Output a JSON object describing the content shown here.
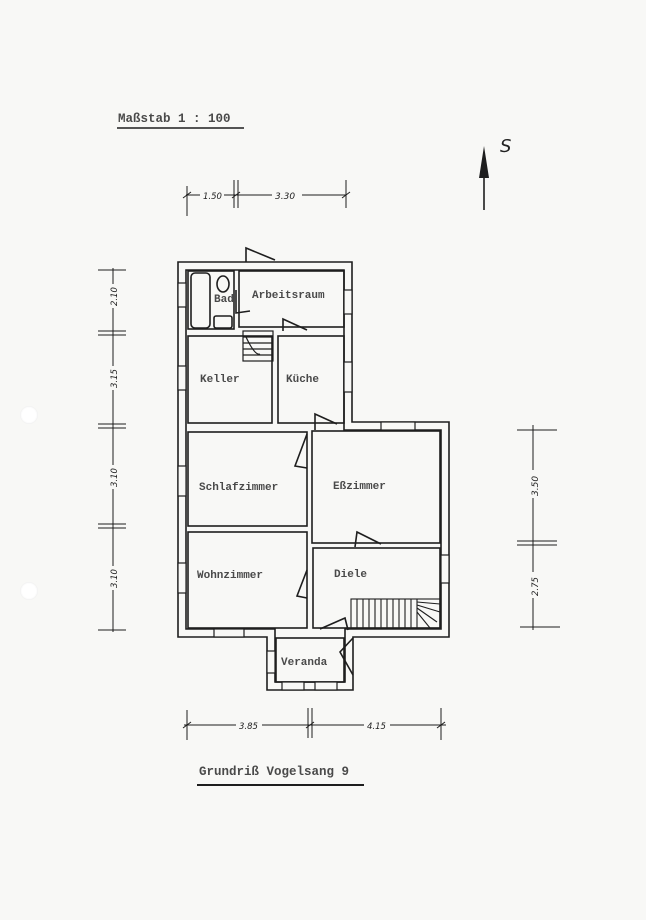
{
  "scale": {
    "label": "Maßstab  1 : 100"
  },
  "north_arrow": {
    "label": "S"
  },
  "title": {
    "label": "Grundriß  Vogelsang 9"
  },
  "rooms": [
    {
      "id": "bad",
      "label": "Bad"
    },
    {
      "id": "arbeitsraum",
      "label": "Arbeitsraum"
    },
    {
      "id": "keller",
      "label": "Keller"
    },
    {
      "id": "kueche",
      "label": "Küche"
    },
    {
      "id": "schlafzimmer",
      "label": "Schlafzimmer"
    },
    {
      "id": "esszimmer",
      "label": "Eßzimmer"
    },
    {
      "id": "wohnzimmer",
      "label": "Wohnzimmer"
    },
    {
      "id": "diele",
      "label": "Diele"
    },
    {
      "id": "veranda",
      "label": "Veranda"
    }
  ],
  "dimensions": {
    "top": [
      "1.50",
      "3.30"
    ],
    "left": [
      "2.10",
      "3.15",
      "3.10",
      "3.10"
    ],
    "right": [
      "3.50",
      "2.75"
    ],
    "bottom": [
      "3.85",
      "4.15"
    ]
  },
  "colors": {
    "ink": "#1e1e1e",
    "paper": "#f8f8f6",
    "label": "#4a4a4a"
  }
}
